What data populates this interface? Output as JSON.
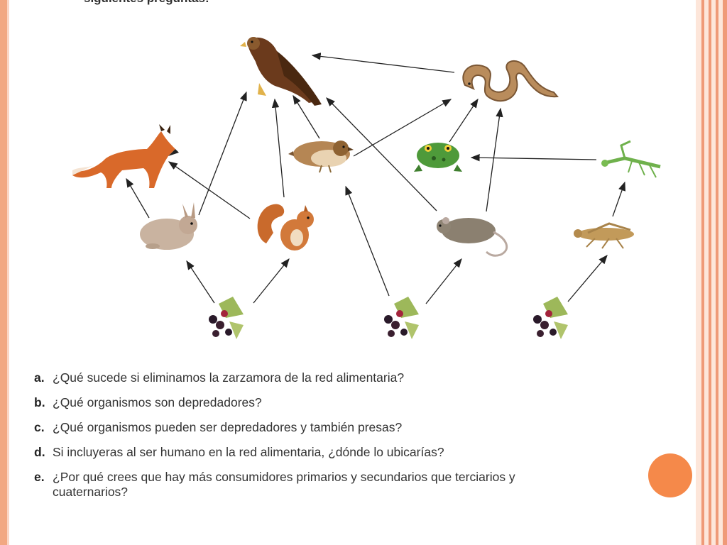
{
  "heading_cut": "siguientes preguntas:",
  "organisms": {
    "eagle": "eagle",
    "snake": "snake",
    "fox": "fox",
    "sparrow": "sparrow",
    "frog": "frog",
    "mantis": "mantis",
    "rabbit": "rabbit",
    "squirrel": "squirrel",
    "mouse": "mouse",
    "grasshopper": "grasshopper",
    "blackberry": "blackberry"
  },
  "questions": [
    {
      "letter": "a.",
      "text": "¿Qué sucede si eliminamos la zarzamora de la red alimentaria?"
    },
    {
      "letter": "b.",
      "text": "¿Qué organismos son depredadores?"
    },
    {
      "letter": "c.",
      "text": "¿Qué organismos pueden ser depredadores y también presas?"
    },
    {
      "letter": "d.",
      "text": "Si incluyeras al ser humano en la red alimentaria, ¿dónde lo ubicarías?"
    },
    {
      "letter": "e.",
      "text": "¿Por qué crees que hay más consumidores primarios y secundarios que terciarios y cuaternarios?"
    }
  ],
  "colors": {
    "border": "#f2a882",
    "accent_dot": "#f5894a",
    "arrow": "#222222"
  }
}
